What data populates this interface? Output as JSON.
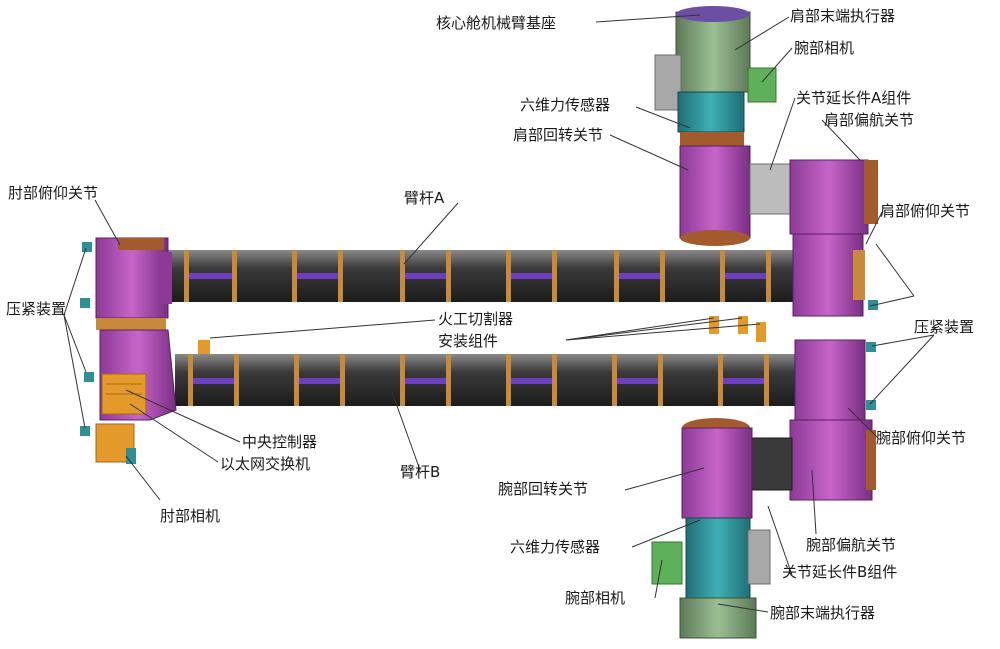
{
  "labels": {
    "core_module_base": "核心舱机械臂基座",
    "shoulder_end_effector": "肩部末端执行器",
    "wrist_camera_top": "腕部相机",
    "six_axis_sensor_top": "六维力传感器",
    "joint_ext_a": "关节延长件A组件",
    "shoulder_yaw": "肩部偏航关节",
    "shoulder_roll": "肩部回转关节",
    "elbow_pitch": "肘部俯仰关节",
    "boom_a": "臂杆A",
    "shoulder_pitch": "肩部俯仰关节",
    "clamp_left": "压紧装置",
    "clamp_right": "压紧装置",
    "pyro_cutter": "火工切割器",
    "mount_assembly": "安装组件",
    "central_controller": "中央控制器",
    "ethernet_switch": "以太网交换机",
    "boom_b": "臂杆B",
    "elbow_camera": "肘部相机",
    "wrist_pitch": "腕部俯仰关节",
    "wrist_roll": "腕部回转关节",
    "wrist_yaw": "腕部偏航关节",
    "six_axis_sensor_bottom": "六维力传感器",
    "joint_ext_b": "关节延长件B组件",
    "wrist_camera_bottom": "腕部相机",
    "wrist_end_effector": "腕部末端执行器"
  },
  "colors": {
    "joint": "#b04fb4",
    "joint_dark": "#7a2e83",
    "effector": "#7fa07a",
    "sensor_teal": "#2e8f96",
    "boom_dark": "#2b2b2b",
    "band": "#c9893a",
    "controller": "#e49a2a",
    "copper": "#a35b2e"
  }
}
